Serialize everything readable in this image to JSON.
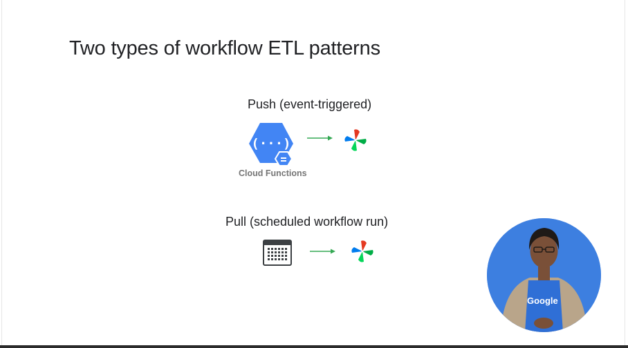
{
  "slide": {
    "title": "Two types of workflow ETL patterns",
    "push": {
      "label": "Push (event-triggered)",
      "source_caption": "Cloud Functions",
      "source_icon": "cloud-functions-icon",
      "target_icon": "airflow-pinwheel-icon"
    },
    "pull": {
      "label": "Pull (scheduled workflow run)",
      "source_icon": "calendar-icon",
      "target_icon": "airflow-pinwheel-icon"
    },
    "colors": {
      "cloud_functions_blue": "#4285f4",
      "arrow_green": "#34a853",
      "presenter_background": "#3d7fe0"
    }
  },
  "presenter": {
    "shirt_text": "Google"
  }
}
